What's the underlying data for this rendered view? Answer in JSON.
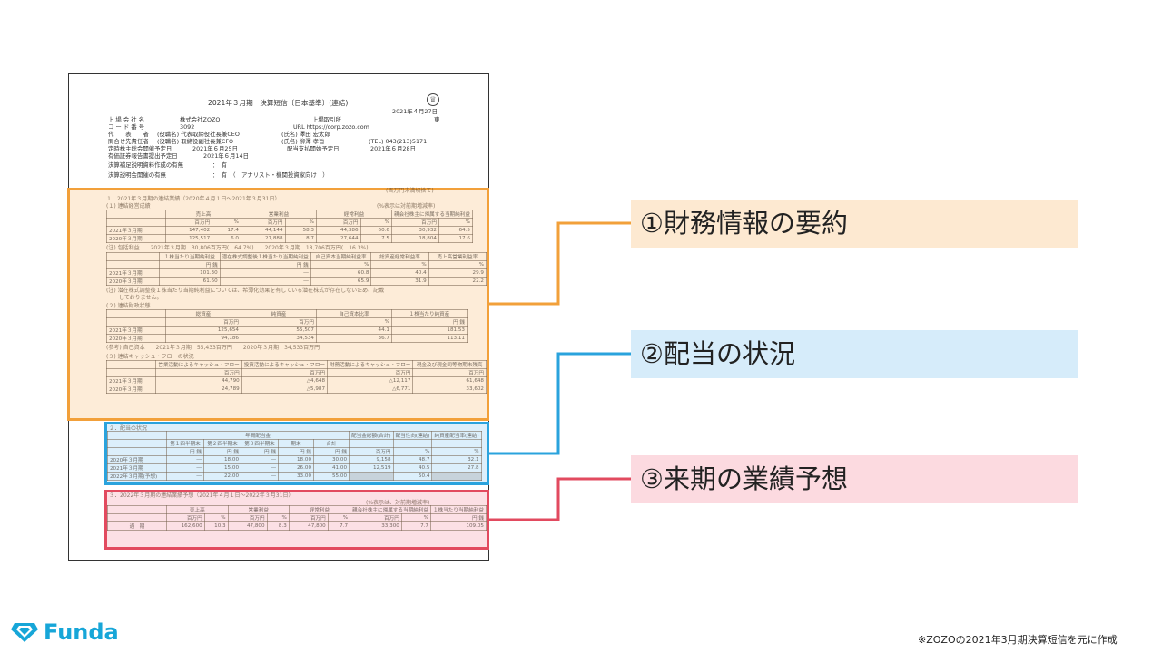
{
  "doc": {
    "title": "2021年３月期　決算短信〔日本基準〕(連結)",
    "date": "2021年４月27日",
    "company_name_label": "上 場 会 社 名",
    "company_name": "株式会社ZOZO",
    "exchange_label": "上場取引所",
    "exchange": "東",
    "code_label": "コ ー ド 番 号",
    "code": "3092",
    "url": "URL  https://corp.zozo.com",
    "rep_label": "代　　表　　者",
    "rep_title": "(役職名) 代表取締役社長兼CEO",
    "rep_name": "(氏名) 澤田 宏太郎",
    "contact_label": "問合せ先責任者",
    "contact_title": "(役職名) 取締役副社長兼CFO",
    "contact_name": "(氏名) 柳澤 孝旨",
    "tel": "(TEL) 043(213)5171",
    "agm_label": "定時株主総会開催予定日",
    "agm_date": "2021年６月25日",
    "div_label": "配当支払開始予定日",
    "div_date": "2021年６月28日",
    "report_label": "有価証券報告書提出予定日",
    "report_date": "2021年６月14日",
    "supp_label": "決算補足説明資料作成の有無",
    "supp_value": "：　有",
    "meeting_label": "決算説明会開催の有無",
    "meeting_value": "：　有　（　アナリスト・機関投資家向け　）",
    "unit_note": "(百万円未満切捨て)",
    "s1_title": "１．2021年３月期の連結業績（2020年４月１日～2021年３月31日）",
    "s1a_title": "(１) 連結経営成績",
    "s1a_pct_note": "(%表示は対前期増減率)",
    "s1a_headers": [
      "売上高",
      "営業利益",
      "経常利益",
      "親会社株主に帰属する当期純利益"
    ],
    "s1a_units": [
      "百万円",
      "%",
      "百万円",
      "%",
      "百万円",
      "%",
      "百万円",
      "%"
    ],
    "s1a_rows": [
      {
        "label": "2021年３月期",
        "v": [
          "147,402",
          "17.4",
          "44,144",
          "58.3",
          "44,386",
          "60.6",
          "30,932",
          "64.5"
        ]
      },
      {
        "label": "2020年３月期",
        "v": [
          "125,517",
          "6.0",
          "27,888",
          "8.7",
          "27,644",
          "7.5",
          "18,804",
          "17.6"
        ]
      }
    ],
    "s1a_note": "(注) 包括利益　　2021年３月期　30,806百万円(　64.7%)　　2020年３月期　18,706百万円(　16.3%)",
    "s1b_headers": [
      "１株当たり当期純利益",
      "潜在株式調整後１株当たり当期純利益",
      "自己資本当期純利益率",
      "総資産経常利益率",
      "売上高営業利益率"
    ],
    "s1b_units": [
      "円 銭",
      "円 銭",
      "%",
      "%",
      "%"
    ],
    "s1b_rows": [
      {
        "label": "2021年３月期",
        "v": [
          "101.30",
          "―",
          "60.8",
          "40.4",
          "29.9"
        ]
      },
      {
        "label": "2020年３月期",
        "v": [
          "61.60",
          "―",
          "65.9",
          "31.9",
          "22.2"
        ]
      }
    ],
    "s1b_note1": "(注) 潜在株式調整後１株当たり当期純利益については、希薄化効果を有している潜在株式が存在しないため、記載",
    "s1b_note2": "しておりません。",
    "s1c_title": "(２) 連結財政状態",
    "s1c_headers": [
      "総資産",
      "純資産",
      "自己資本比率",
      "１株当たり純資産"
    ],
    "s1c_units": [
      "百万円",
      "百万円",
      "%",
      "円 銭"
    ],
    "s1c_rows": [
      {
        "label": "2021年３月期",
        "v": [
          "125,654",
          "55,507",
          "44.1",
          "181.53"
        ]
      },
      {
        "label": "2020年３月期",
        "v": [
          "94,186",
          "34,534",
          "36.7",
          "113.11"
        ]
      }
    ],
    "s1c_note": "(参考) 自己資本　　2021年３月期　55,433百万円　　2020年３月期　34,533百万円",
    "s1d_title": "(３) 連結キャッシュ・フローの状況",
    "s1d_headers": [
      "営業活動によるキャッシュ・フロー",
      "投資活動によるキャッシュ・フロー",
      "財務活動によるキャッシュ・フロー",
      "現金及び現金同等物期末残高"
    ],
    "s1d_units": [
      "百万円",
      "百万円",
      "百万円",
      "百万円"
    ],
    "s1d_rows": [
      {
        "label": "2021年３月期",
        "v": [
          "44,790",
          "△4,648",
          "△12,117",
          "61,648"
        ]
      },
      {
        "label": "2020年３月期",
        "v": [
          "24,789",
          "△5,987",
          "△6,771",
          "33,602"
        ]
      }
    ],
    "s2_title": "２．配当の状況",
    "s2_group": "年間配当金",
    "s2_headers": [
      "第１四半期末",
      "第２四半期末",
      "第３四半期末",
      "期末",
      "合計",
      "配当金総額(合計)",
      "配当性向(連結)",
      "純資産配当率(連結)"
    ],
    "s2_units": [
      "円 銭",
      "円 銭",
      "円 銭",
      "円 銭",
      "円 銭",
      "百万円",
      "%",
      "%"
    ],
    "s2_rows": [
      {
        "label": "2020年３月期",
        "v": [
          "―",
          "18.00",
          "―",
          "18.00",
          "30.00",
          "9,158",
          "48.7",
          "32.1"
        ]
      },
      {
        "label": "2021年３月期",
        "v": [
          "―",
          "15.00",
          "―",
          "26.00",
          "41.00",
          "12,519",
          "40.5",
          "27.8"
        ]
      },
      {
        "label": "2022年３月期(予想)",
        "v": [
          "―",
          "22.00",
          "―",
          "33.00",
          "55.00",
          "",
          "50.4",
          ""
        ]
      }
    ],
    "s3_title": "３．2022年３月期の連結業績予想（2021年４月１日～2022年３月31日）",
    "s3_pct_note": "(%表示は、対前期増減率)",
    "s3_headers": [
      "売上高",
      "営業利益",
      "経常利益",
      "親会社株主に帰属する当期純利益",
      "１株当たり当期純利益"
    ],
    "s3_units": [
      "百万円",
      "%",
      "百万円",
      "%",
      "百万円",
      "%",
      "百万円",
      "%",
      "円 銭"
    ],
    "s3_row": {
      "label": "通　期",
      "v": [
        "162,600",
        "10.3",
        "47,800",
        "8.3",
        "47,800",
        "7.7",
        "33,300",
        "7.7",
        "109.05"
      ]
    }
  },
  "labels": {
    "financial_summary": "①財務情報の要約",
    "dividend_status": "②配当の状況",
    "next_forecast": "③来期の業績予想"
  },
  "footer": {
    "source_note": "※ZOZOの2021年3月期決算短信を元に作成",
    "logo_text": "Funda"
  },
  "colors": {
    "orange": "#f2a03a",
    "blue": "#2aa3dd",
    "red": "#e24a5f",
    "brand": "#17a6d8"
  }
}
